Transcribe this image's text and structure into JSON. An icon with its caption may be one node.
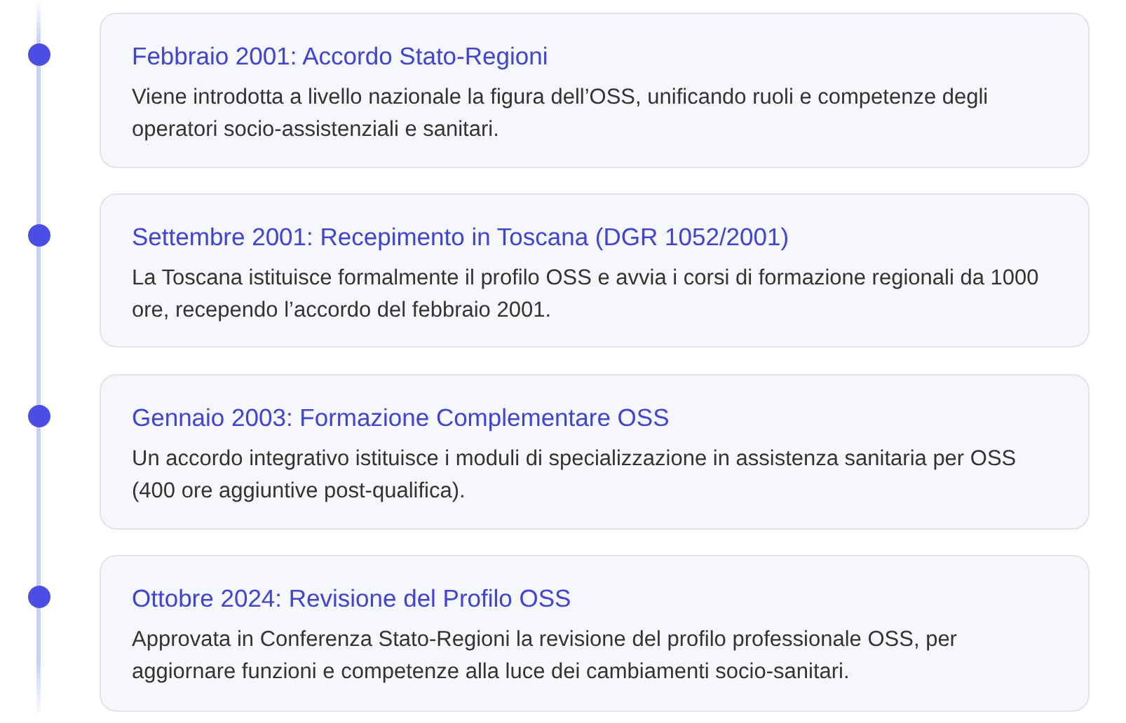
{
  "diagram": {
    "nodes": [
      {
        "text": [
          "Febbraio 2001: Accordo Stato-Regioni",
          "Viene introdotta a livello nazionale la figura dell’OSS, unificando ruoli e competenze degli operatori socio-assistenziali e sanitari."
        ]
      },
      {
        "text": [
          "Settembre 2001: Recepimento in Toscana (DGR 1052/2001)",
          "La Toscana istituisce formalmente il profilo OSS e avvia i corsi di formazione regionali da 1000 ore, recependo l’accordo del febbraio 2001."
        ]
      },
      {
        "text": [
          "Gennaio 2003: Formazione Complementare OSS",
          "Un accordo integrativo istituisce i moduli di specializzazione in assistenza sanitaria per OSS (400 ore aggiuntive post-qualifica)."
        ]
      },
      {
        "text": [
          "Ottobre 2024: Revisione del Profilo OSS",
          "Approvata in Conferenza Stato-Regioni la revisione del profilo professionale OSS, per aggiornare funzioni e competenze alla luce dei cambiamenti socio-sanitari."
        ]
      }
    ]
  }
}
